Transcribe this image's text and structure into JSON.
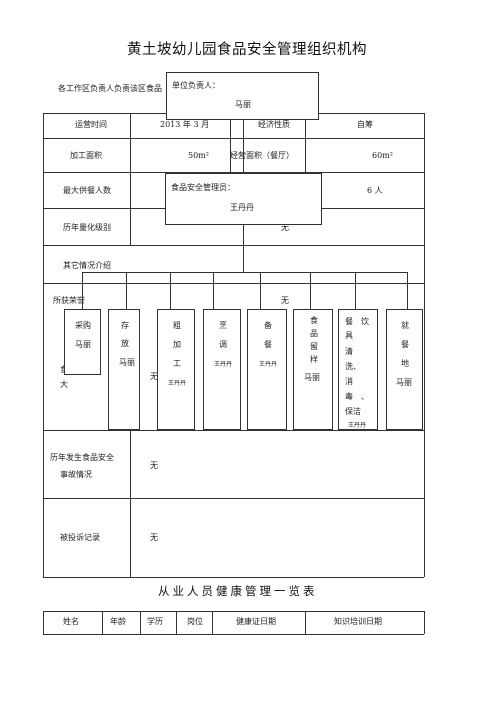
{
  "doc": {
    "title": "黄土坡幼儿园食品安全管理组织机构",
    "intro_text": "各工作区负责人负责该区食品",
    "unit_head": {
      "label": "单位负责人：",
      "name": "马丽"
    },
    "info_rows": {
      "operation_time_label": "运营时间",
      "operation_time_value": "2013 年 3 月",
      "nature_label": "经济性质",
      "nature_value": "自筹",
      "processing_area_label": "加工面积",
      "processing_area_value": "50m²",
      "business_area_label": "经营面积（餐厅）",
      "business_area_value": "60m²",
      "max_meals_label": "最大供餐人数",
      "max_meals_value": "6 人",
      "rating_label": "历年量化级别",
      "rating_value": "无",
      "other_label": "其它情况介绍",
      "honors_label": "所获荣誉",
      "honors_value": "无",
      "food_label_1": "食",
      "food_label_2": "大",
      "none_mid": "无"
    },
    "safety_manager": {
      "label": "食品安全管理员：",
      "name": "王丹丹"
    },
    "posts": [
      {
        "chars": [
          "采购"
        ],
        "person": "马丽"
      },
      {
        "chars": [
          "存",
          "放"
        ],
        "person": "马丽"
      },
      {
        "chars": [
          "粗",
          "加",
          "工"
        ],
        "person": "王丹丹"
      },
      {
        "chars": [
          "烹",
          "调"
        ],
        "person": "王丹丹"
      },
      {
        "chars": [
          "备",
          "餐"
        ],
        "person": "王丹丹"
      },
      {
        "chars": [
          "食",
          "品",
          "留",
          "样"
        ],
        "person": "马丽"
      },
      {
        "chars": [
          "餐　饮",
          "具",
          "清",
          "洗、",
          "消",
          "毒　、",
          "保洁"
        ],
        "person": "王丹丹"
      },
      {
        "chars": [
          "就",
          "餐",
          "地"
        ],
        "person": "马丽"
      }
    ],
    "incidents_label_1": "历年发生食品安全",
    "incidents_label_2": "事故情况",
    "incidents_value": "无",
    "complaints_label": "被投诉记录",
    "complaints_value": "无",
    "staff_title": "从业人员健康管理一览表",
    "staff_headers": [
      "姓名",
      "年龄",
      "学历",
      "岗位",
      "健康证日期",
      "知识培训日期"
    ]
  }
}
